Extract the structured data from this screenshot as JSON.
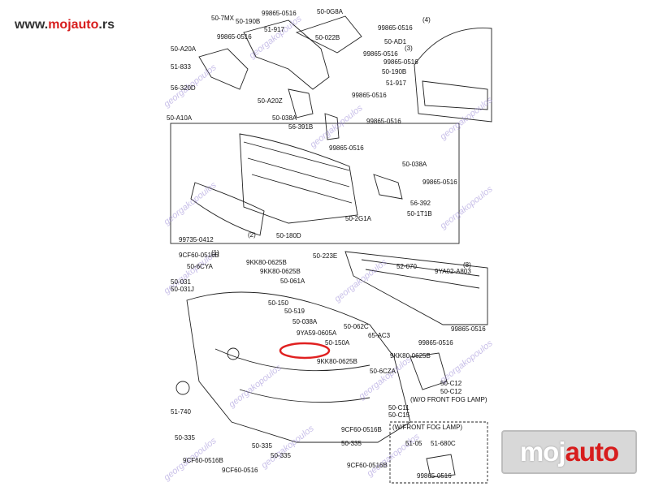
{
  "site_url": {
    "prefix": "www.",
    "brand": "mojauto",
    "suffix": ".rs"
  },
  "logo": {
    "part1": "moj",
    "part2": "auto"
  },
  "highlight_color": "#e02020",
  "labels": [
    "50-7MX",
    "99865-0516",
    "50-0G8A",
    "99865-0516",
    "50-190B",
    "51-917",
    "50-022B",
    "50-AD1",
    "99865-0516",
    "50-A20A",
    "99865-0516",
    "99865-0516",
    "51-833",
    "50-190B",
    "51-917",
    "56-320D",
    "50-A20Z",
    "99865-0516",
    "50-A10A",
    "50-038A",
    "56-391B",
    "99865-0516",
    "99865-0516",
    "50-038A",
    "99865-0516",
    "56-392",
    "50-1T1B",
    "50-2G1A",
    "99735-0412",
    "50-180D",
    "9CF60-0516B",
    "9KK80-0625B",
    "9KK80-0625B",
    "50-6CYA",
    "50-031",
    "50-031J",
    "50-061A",
    "50-223E",
    "52-070",
    "9YA02-A803",
    "50-150",
    "50-519",
    "50-038A",
    "9YA59-0605A",
    "50-062C",
    "65-AC3",
    "50-150A",
    "9KK80-0625B",
    "99865-0516",
    "9KK80-0625B",
    "50-6CZA",
    "99865-0516",
    "50-C12",
    "50-C12",
    "(W/O FRONT FOG LAMP)",
    "51-740",
    "50-C11",
    "50-C15",
    "(W/FRONT FOG LAMP)",
    "50-335",
    "50-335",
    "50-335",
    "9CF60-0516B",
    "9CF60-0516B",
    "9CF60-0516",
    "51-05",
    "51-680C",
    "99865-0516",
    "50-335",
    "9CF60-0516B",
    "(1)",
    "(2)",
    "(3)",
    "(4)",
    "(8)"
  ]
}
